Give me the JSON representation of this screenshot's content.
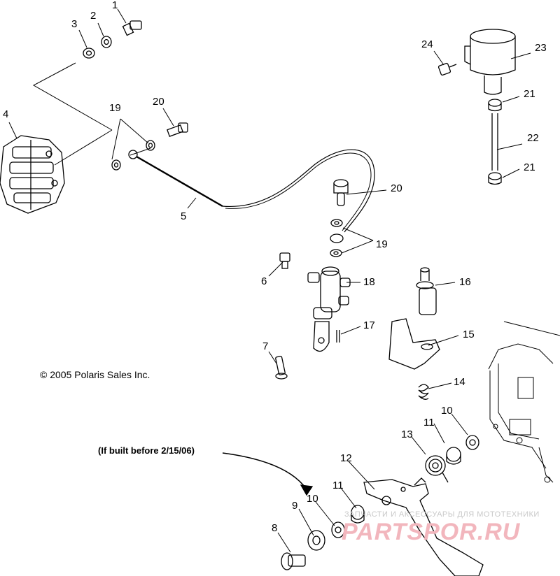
{
  "callouts": [
    "1",
    "2",
    "3",
    "4",
    "19",
    "20",
    "5",
    "24",
    "23",
    "21",
    "22",
    "21",
    "20",
    "19",
    "6",
    "18",
    "16",
    "17",
    "15",
    "7",
    "14",
    "10",
    "11",
    "13",
    "12",
    "11",
    "9",
    "10",
    "8"
  ],
  "copyright": "© 2005 Polaris Sales Inc.",
  "note": "(If built before 2/15/06)",
  "watermark": {
    "tagline": "ЗАПЧАСТИ И АКСЕССУАРЫ ДЛЯ МОТОТЕХНИКИ",
    "logo": "PARTSPOR.RU",
    "color": "#f2b6bd"
  }
}
